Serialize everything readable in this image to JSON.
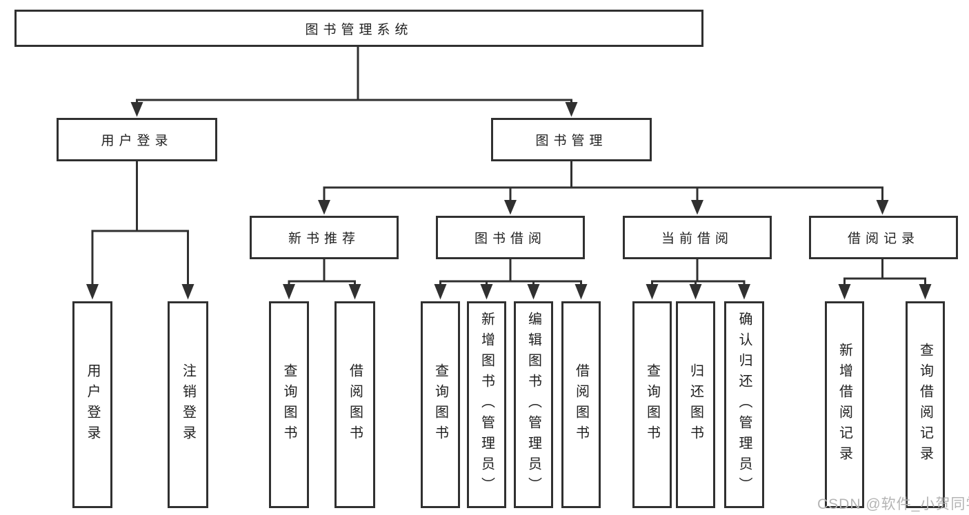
{
  "nodes": {
    "root": "图书管理系统",
    "user_login": "用户登录",
    "book_mgmt": "图书管理",
    "new_book_rec": "新书推荐",
    "book_borrow": "图书借阅",
    "current_borrow": "当前借阅",
    "borrow_record": "借阅记录",
    "leaf_user_login": "用户登录",
    "leaf_logout": "注销登录",
    "leaf_query_book_rec": "查询图书",
    "leaf_borrow_book_rec": "借阅图书",
    "leaf_query_book_borrow": "查询图书",
    "leaf_add_book": "新增图书（管理员）",
    "leaf_edit_book": "编辑图书（管理员）",
    "leaf_borrow_book_borrow": "借阅图书",
    "leaf_query_book_current": "查询图书",
    "leaf_return_book": "归还图书",
    "leaf_confirm_return": "确认归还（管理员）",
    "leaf_add_borrow_record": "新增借阅记录",
    "leaf_query_borrow_record": "查询借阅记录"
  },
  "hierarchy": {
    "root": [
      "user_login",
      "book_mgmt"
    ],
    "user_login": [
      "leaf_user_login",
      "leaf_logout"
    ],
    "book_mgmt": [
      "new_book_rec",
      "book_borrow",
      "current_borrow",
      "borrow_record"
    ],
    "new_book_rec": [
      "leaf_query_book_rec",
      "leaf_borrow_book_rec"
    ],
    "book_borrow": [
      "leaf_query_book_borrow",
      "leaf_add_book",
      "leaf_edit_book",
      "leaf_borrow_book_borrow"
    ],
    "current_borrow": [
      "leaf_query_book_current",
      "leaf_return_book",
      "leaf_confirm_return"
    ],
    "borrow_record": [
      "leaf_add_borrow_record",
      "leaf_query_borrow_record"
    ]
  },
  "watermark": "CSDN @软件_小贺同学",
  "colors": {
    "line": "#303030",
    "box_border": "#303030",
    "box_fill": "#ffffff",
    "text": "#1f1f1f",
    "watermark": "#b4b4b4",
    "background": "#ffffff"
  }
}
